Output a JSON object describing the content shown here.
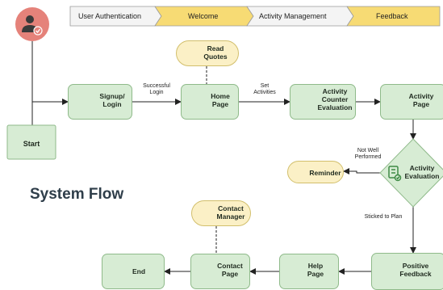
{
  "title": "System Flow",
  "phases": [
    "User Authentication",
    "Welcome",
    "Activity Management",
    "Feedback"
  ],
  "nodes": {
    "start": "Start",
    "signup": "Signup/\nLogin",
    "home": "Home\nPage",
    "read_quotes": "Read\nQuotes",
    "activity_counter": "Activity\nCounter\nEvaluation",
    "activity_page": "Activity\nPage",
    "activity_evaluation": "Activity\nEvaluation",
    "reminder": "Reminder",
    "positive_feedback": "Positive\nFeedback",
    "help": "Help\nPage",
    "contact_page": "Contact\nPage",
    "contact_manager": "Contact\nManager",
    "end": "End"
  },
  "edge_labels": {
    "successful_login": "Successful\nLogin",
    "set_activities": "Set\nActivities",
    "not_well_performed": "Not Well\nPerformed",
    "sticked_to_plan": "Sticked to Plan"
  },
  "colors": {
    "box_fill": "#d7ecd4",
    "box_border": "#8fba8a",
    "pill_fill": "#fbf0c6",
    "pill_border": "#d2bf6c",
    "phase_white": "#f4f4f4",
    "phase_yellow": "#f7db74",
    "icon": "#3e8a45",
    "start_circle": "#e5827a"
  }
}
